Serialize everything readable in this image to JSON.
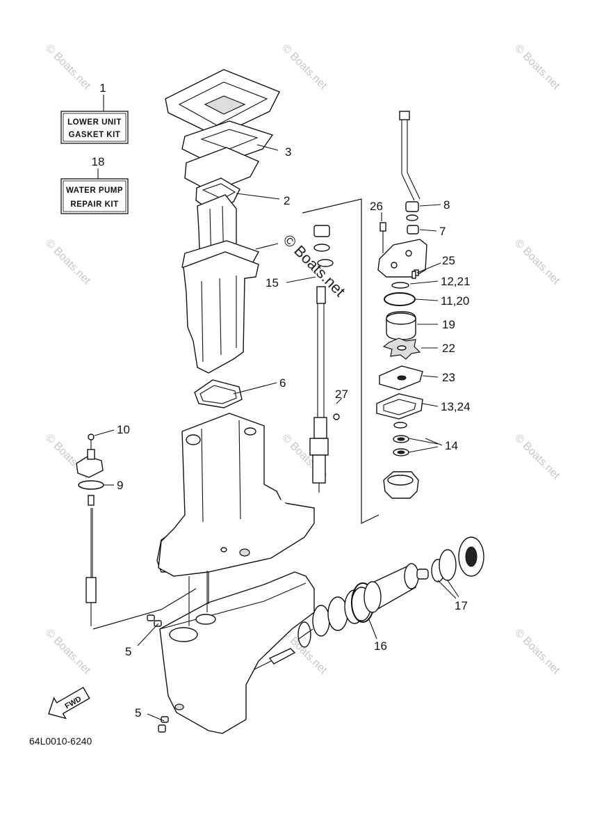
{
  "watermark": {
    "text": "© Boats.net",
    "overlay_text": "© Boats.net"
  },
  "kits": {
    "lower_unit_number": "1",
    "lower_unit_line1": "LOWER UNIT",
    "lower_unit_line2": "GASKET KIT",
    "water_pump_number": "18",
    "water_pump_line1": "WATER PUMP",
    "water_pump_line2": "REPAIR KIT"
  },
  "callouts": {
    "c2": "2",
    "c3": "3",
    "c5a": "5",
    "c5b": "5",
    "c6": "6",
    "c7": "7",
    "c8": "8",
    "c9": "9",
    "c10": "10",
    "c11_20": "11,20",
    "c12_21": "12,21",
    "c13_24": "13,24",
    "c14": "14",
    "c15": "15",
    "c16": "16",
    "c17": "17",
    "c19": "19",
    "c22": "22",
    "c23": "23",
    "c25": "25",
    "c26": "26",
    "c27": "27"
  },
  "fwd_label": "FWD",
  "diagram_code": "64L0010-6240"
}
